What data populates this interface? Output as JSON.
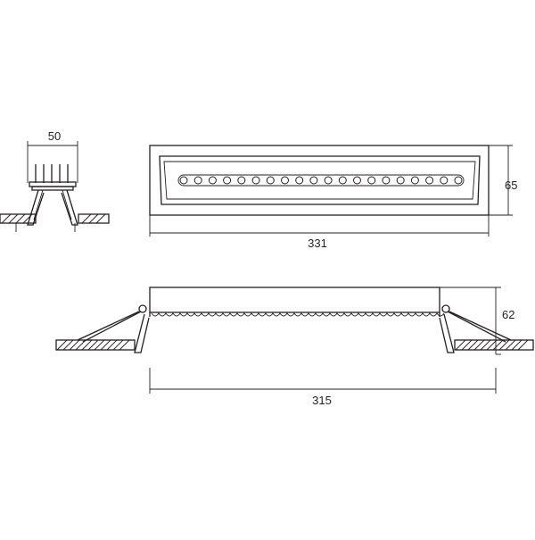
{
  "dimensions": {
    "side_width": "50",
    "front_height": "65",
    "front_length": "331",
    "profile_height": "62",
    "profile_length": "315"
  },
  "colors": {
    "line": "#231f20",
    "background": "#ffffff"
  },
  "front_view": {
    "led_count": 20
  }
}
